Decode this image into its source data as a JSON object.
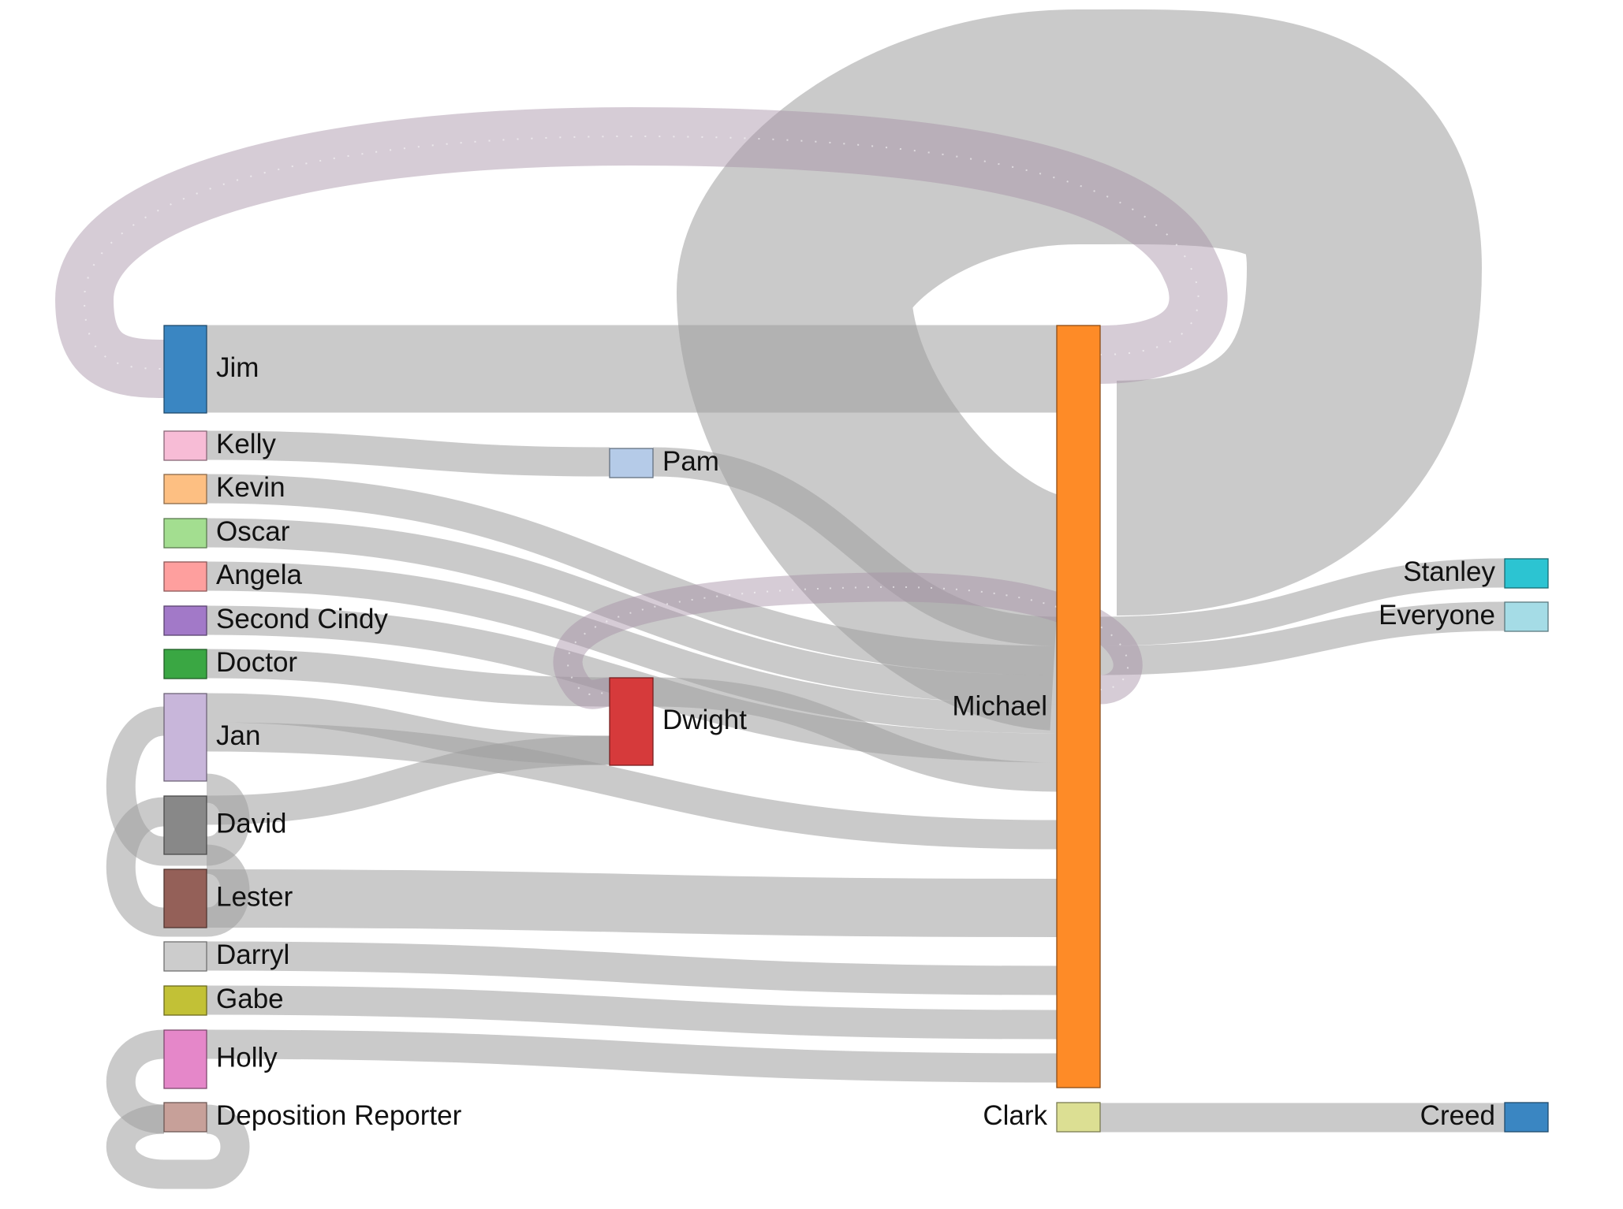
{
  "diagram": {
    "type": "sankey",
    "nodes": [
      {
        "id": "jim",
        "label": "Jim",
        "color": "#3a86c2"
      },
      {
        "id": "kelly",
        "label": "Kelly",
        "color": "#f7bcd6"
      },
      {
        "id": "kevin",
        "label": "Kevin",
        "color": "#fdbf82"
      },
      {
        "id": "oscar",
        "label": "Oscar",
        "color": "#a3de90"
      },
      {
        "id": "angela",
        "label": "Angela",
        "color": "#fe9f9e"
      },
      {
        "id": "second-cindy",
        "label": "Second Cindy",
        "color": "#a279c8"
      },
      {
        "id": "doctor",
        "label": "Doctor",
        "color": "#3aa743"
      },
      {
        "id": "jan",
        "label": "Jan",
        "color": "#c8b6da"
      },
      {
        "id": "david",
        "label": "David",
        "color": "#888888"
      },
      {
        "id": "lester",
        "label": "Lester",
        "color": "#946058"
      },
      {
        "id": "darryl",
        "label": "Darryl",
        "color": "#cccccc"
      },
      {
        "id": "gabe",
        "label": "Gabe",
        "color": "#c2c136"
      },
      {
        "id": "holly",
        "label": "Holly",
        "color": "#e587c9"
      },
      {
        "id": "deposition-reporter",
        "label": "Deposition Reporter",
        "color": "#c7a099"
      },
      {
        "id": "pam",
        "label": "Pam",
        "color": "#b5cbe8"
      },
      {
        "id": "dwight",
        "label": "Dwight",
        "color": "#d63a3b"
      },
      {
        "id": "michael",
        "label": "Michael",
        "color": "#fe8b27"
      },
      {
        "id": "clark",
        "label": "Clark",
        "color": "#dcdf93"
      },
      {
        "id": "stanley",
        "label": "Stanley",
        "color": "#2cc4d2"
      },
      {
        "id": "everyone",
        "label": "Everyone",
        "color": "#a5dce6"
      },
      {
        "id": "creed",
        "label": "Creed",
        "color": "#3a86c2"
      }
    ],
    "links": [
      {
        "source": "jim",
        "target": "michael"
      },
      {
        "source": "kelly",
        "target": "pam"
      },
      {
        "source": "pam",
        "target": "michael"
      },
      {
        "source": "kevin",
        "target": "michael"
      },
      {
        "source": "oscar",
        "target": "michael"
      },
      {
        "source": "angela",
        "target": "michael"
      },
      {
        "source": "second-cindy",
        "target": "michael"
      },
      {
        "source": "doctor",
        "target": "dwight"
      },
      {
        "source": "jan",
        "target": "dwight"
      },
      {
        "source": "jan",
        "target": "michael"
      },
      {
        "source": "david",
        "target": "michael"
      },
      {
        "source": "lester",
        "target": "michael"
      },
      {
        "source": "darryl",
        "target": "michael"
      },
      {
        "source": "gabe",
        "target": "michael"
      },
      {
        "source": "holly",
        "target": "michael"
      },
      {
        "source": "holly",
        "target": "deposition-reporter"
      },
      {
        "source": "dwight",
        "target": "michael"
      },
      {
        "source": "michael",
        "target": "michael"
      },
      {
        "source": "michael",
        "target": "stanley"
      },
      {
        "source": "michael",
        "target": "everyone"
      },
      {
        "source": "michael",
        "target": "jim"
      },
      {
        "source": "michael",
        "target": "dwight"
      },
      {
        "source": "jan",
        "target": "david"
      },
      {
        "source": "david",
        "target": "lester"
      },
      {
        "source": "clark",
        "target": "creed"
      }
    ]
  }
}
